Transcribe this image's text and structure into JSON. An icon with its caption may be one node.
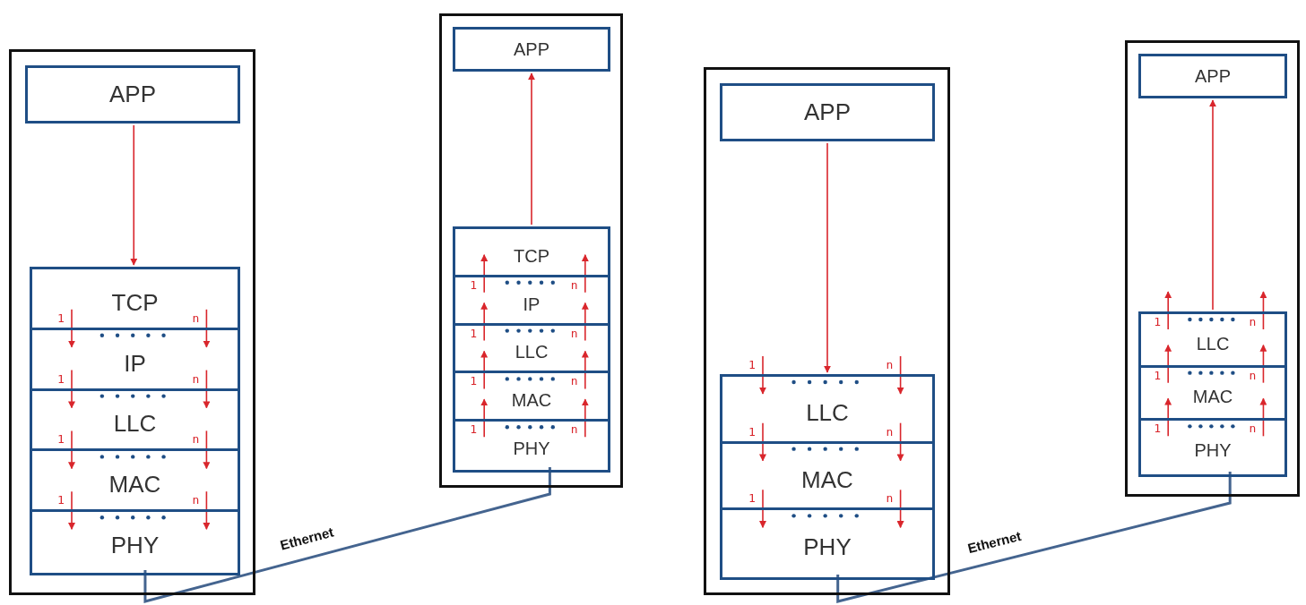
{
  "diagram": {
    "nodes": [
      {
        "text": [],
        "shape": "box"
      },
      {
        "text": [
          "APP"
        ],
        "in": 0
      },
      {
        "text": [],
        "shape": "box",
        "in": 0
      },
      {
        "text": [
          "TCP"
        ],
        "in": 2
      },
      {
        "text": [
          "IP"
        ],
        "in": 2
      },
      {
        "text": [
          "LLC"
        ],
        "in": 2
      },
      {
        "text": [
          "MAC"
        ],
        "in": 2
      },
      {
        "text": [
          "PHY"
        ],
        "in": 2
      },
      {
        "text": [],
        "shape": "box"
      },
      {
        "text": [
          "APP"
        ],
        "in": 8
      },
      {
        "text": [],
        "shape": "box",
        "in": 8
      },
      {
        "text": [
          "TCP"
        ],
        "in": 10
      },
      {
        "text": [
          "IP"
        ],
        "in": 10
      },
      {
        "text": [
          "LLC"
        ],
        "in": 10
      },
      {
        "text": [
          "MAC"
        ],
        "in": 10
      },
      {
        "text": [
          "PHY"
        ],
        "in": 10
      },
      {
        "text": [],
        "shape": "box"
      },
      {
        "text": [
          "APP"
        ],
        "in": 16
      },
      {
        "text": [],
        "shape": "box",
        "in": 16
      },
      {
        "text": [
          "LLC"
        ],
        "in": 18
      },
      {
        "text": [
          "MAC"
        ],
        "in": 18
      },
      {
        "text": [
          "PHY"
        ],
        "in": 18
      },
      {
        "text": [],
        "shape": "box"
      },
      {
        "text": [
          "APP"
        ],
        "in": 22
      },
      {
        "text": [],
        "shape": "box",
        "in": 22
      },
      {
        "text": [
          "LLC"
        ],
        "in": 24
      },
      {
        "text": [
          "MAC"
        ],
        "in": 24
      },
      {
        "text": [
          "PHY"
        ],
        "in": 24
      }
    ],
    "edges": [
      {
        "from": 1,
        "to": 2,
        "arrow": "to"
      },
      {
        "from": 3,
        "to": 4,
        "arrow": "to",
        "label": "1"
      },
      {
        "from": 3,
        "to": 4,
        "arrow": "to",
        "label": "n"
      },
      {
        "from": 4,
        "to": 5,
        "arrow": "to",
        "label": "1"
      },
      {
        "from": 4,
        "to": 5,
        "arrow": "to",
        "label": "n"
      },
      {
        "from": 5,
        "to": 6,
        "arrow": "to",
        "label": "1"
      },
      {
        "from": 5,
        "to": 6,
        "arrow": "to",
        "label": "n"
      },
      {
        "from": 6,
        "to": 7,
        "arrow": "to",
        "label": "1"
      },
      {
        "from": 6,
        "to": 7,
        "arrow": "to",
        "label": "n"
      },
      {
        "from": 10,
        "to": 9,
        "arrow": "to"
      },
      {
        "from": 12,
        "to": 11,
        "arrow": "to",
        "label": "1"
      },
      {
        "from": 12,
        "to": 11,
        "arrow": "to",
        "label": "n"
      },
      {
        "from": 13,
        "to": 12,
        "arrow": "to",
        "label": "1"
      },
      {
        "from": 13,
        "to": 12,
        "arrow": "to",
        "label": "n"
      },
      {
        "from": 14,
        "to": 13,
        "arrow": "to",
        "label": "1"
      },
      {
        "from": 14,
        "to": 13,
        "arrow": "to",
        "label": "n"
      },
      {
        "from": 15,
        "to": 14,
        "arrow": "to",
        "label": "1"
      },
      {
        "from": 15,
        "to": 14,
        "arrow": "to",
        "label": "n"
      },
      {
        "from": 17,
        "to": 18,
        "arrow": "to"
      },
      {
        "from": null,
        "to": 19,
        "arrow": "to",
        "label": "1"
      },
      {
        "from": null,
        "to": 19,
        "arrow": "to",
        "label": "n"
      },
      {
        "from": 19,
        "to": 20,
        "arrow": "to",
        "label": "1"
      },
      {
        "from": 19,
        "to": 20,
        "arrow": "to",
        "label": "n"
      },
      {
        "from": 20,
        "to": 21,
        "arrow": "to",
        "label": "1"
      },
      {
        "from": 20,
        "to": 21,
        "arrow": "to",
        "label": "n"
      },
      {
        "from": 24,
        "to": 23,
        "arrow": "to"
      },
      {
        "from": 25,
        "to": null,
        "arrow": "to",
        "label": "1"
      },
      {
        "from": 25,
        "to": null,
        "arrow": "to",
        "label": "n"
      },
      {
        "from": 26,
        "to": 25,
        "arrow": "to",
        "label": "1"
      },
      {
        "from": 26,
        "to": 25,
        "arrow": "to",
        "label": "n"
      },
      {
        "from": 27,
        "to": 26,
        "arrow": "to",
        "label": "1"
      },
      {
        "from": 27,
        "to": 26,
        "arrow": "to",
        "label": "n"
      },
      {
        "from": 7,
        "to": 15,
        "arrow": "none",
        "label": "Ethernet",
        "color": "#44648f"
      },
      {
        "from": 21,
        "to": 27,
        "arrow": "none",
        "label": "Ethernet",
        "color": "#44648f"
      }
    ]
  }
}
